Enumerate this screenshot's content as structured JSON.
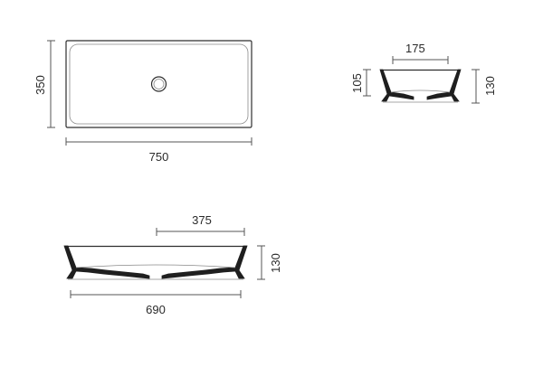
{
  "top_view": {
    "width_label": "750",
    "depth_label": "350"
  },
  "side_view": {
    "top_width_label": "175",
    "inner_depth_label": "105",
    "height_label": "130"
  },
  "front_view": {
    "half_length_label": "375",
    "base_length_label": "690",
    "height_label": "130"
  }
}
